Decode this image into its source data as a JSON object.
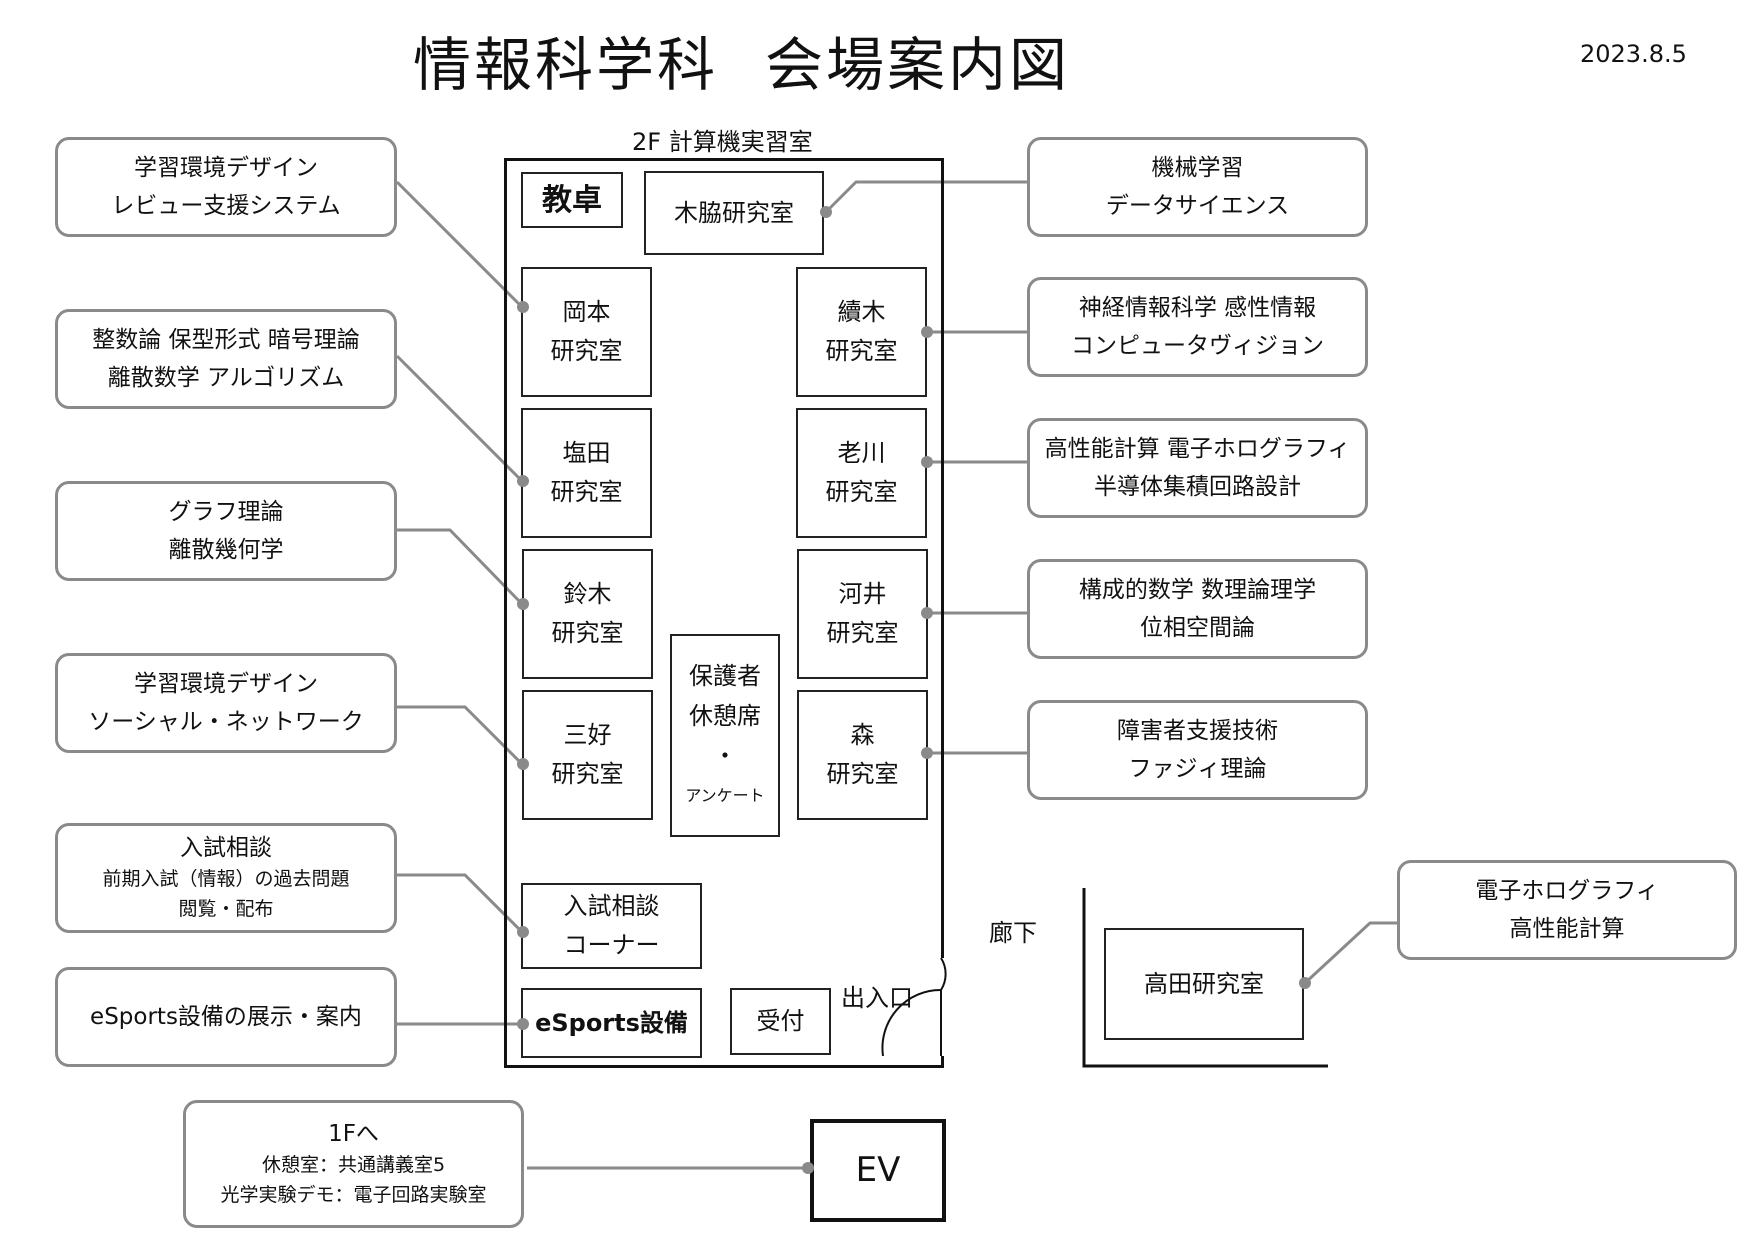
{
  "title": {
    "dept": "情報科学科",
    "map": "会場案内図"
  },
  "date": "2023.8.5",
  "hall_label": "2F 計算機実習室",
  "rooms": {
    "kyotaku": "教卓",
    "kiwaki": "木脇研究室",
    "okamoto": [
      "岡本",
      "研究室"
    ],
    "shioda": [
      "塩田",
      "研究室"
    ],
    "suzuki": [
      "鈴木",
      "研究室"
    ],
    "miyoshi": [
      "三好",
      "研究室"
    ],
    "tsuzuki": [
      "續木",
      "研究室"
    ],
    "oikawa": [
      "老川",
      "研究室"
    ],
    "kawai": [
      "河井",
      "研究室"
    ],
    "mori": [
      "森",
      "研究室"
    ],
    "hogosha": [
      "保護者",
      "休憩席",
      "・",
      "アンケート"
    ],
    "nyushi": [
      "入試相談",
      "コーナー"
    ],
    "esports": "eSports設備",
    "uketsuke": "受付",
    "takada": "高田研究室",
    "ev": "EV"
  },
  "labels": {
    "deiriguchi": "出入口",
    "rouka": "廊下"
  },
  "bubbles": {
    "kiwaki": [
      "機械学習",
      "データサイエンス"
    ],
    "okamoto": [
      "学習環境デザイン",
      "レビュー支援システム"
    ],
    "shioda": [
      "整数論 保型形式 暗号理論",
      "離散数学 アルゴリズム"
    ],
    "suzuki": [
      "グラフ理論",
      "離散幾何学"
    ],
    "miyoshi": [
      "学習環境デザイン",
      "ソーシャル・ネットワーク"
    ],
    "nyushi": [
      "入試相談",
      "前期入試（情報）の過去問題",
      "閲覧・配布"
    ],
    "esports": [
      "eSports設備の展示・案内"
    ],
    "tsuzuki": [
      "神経情報科学 感性情報",
      "コンピュータヴィジョン"
    ],
    "oikawa": [
      "高性能計算 電子ホログラフィ",
      "半導体集積回路設計"
    ],
    "kawai": [
      "構成的数学 数理論理学",
      "位相空間論"
    ],
    "mori": [
      "障害者支援技術",
      "ファジィ理論"
    ],
    "takada": [
      "電子ホログラフィ",
      "高性能計算"
    ],
    "ev": [
      "1Fへ",
      "休憩室：共通講義室5",
      "光学実験デモ：電子回路実験室"
    ]
  },
  "colors": {
    "connector": "#8a8a8a",
    "wall": "#111111"
  }
}
